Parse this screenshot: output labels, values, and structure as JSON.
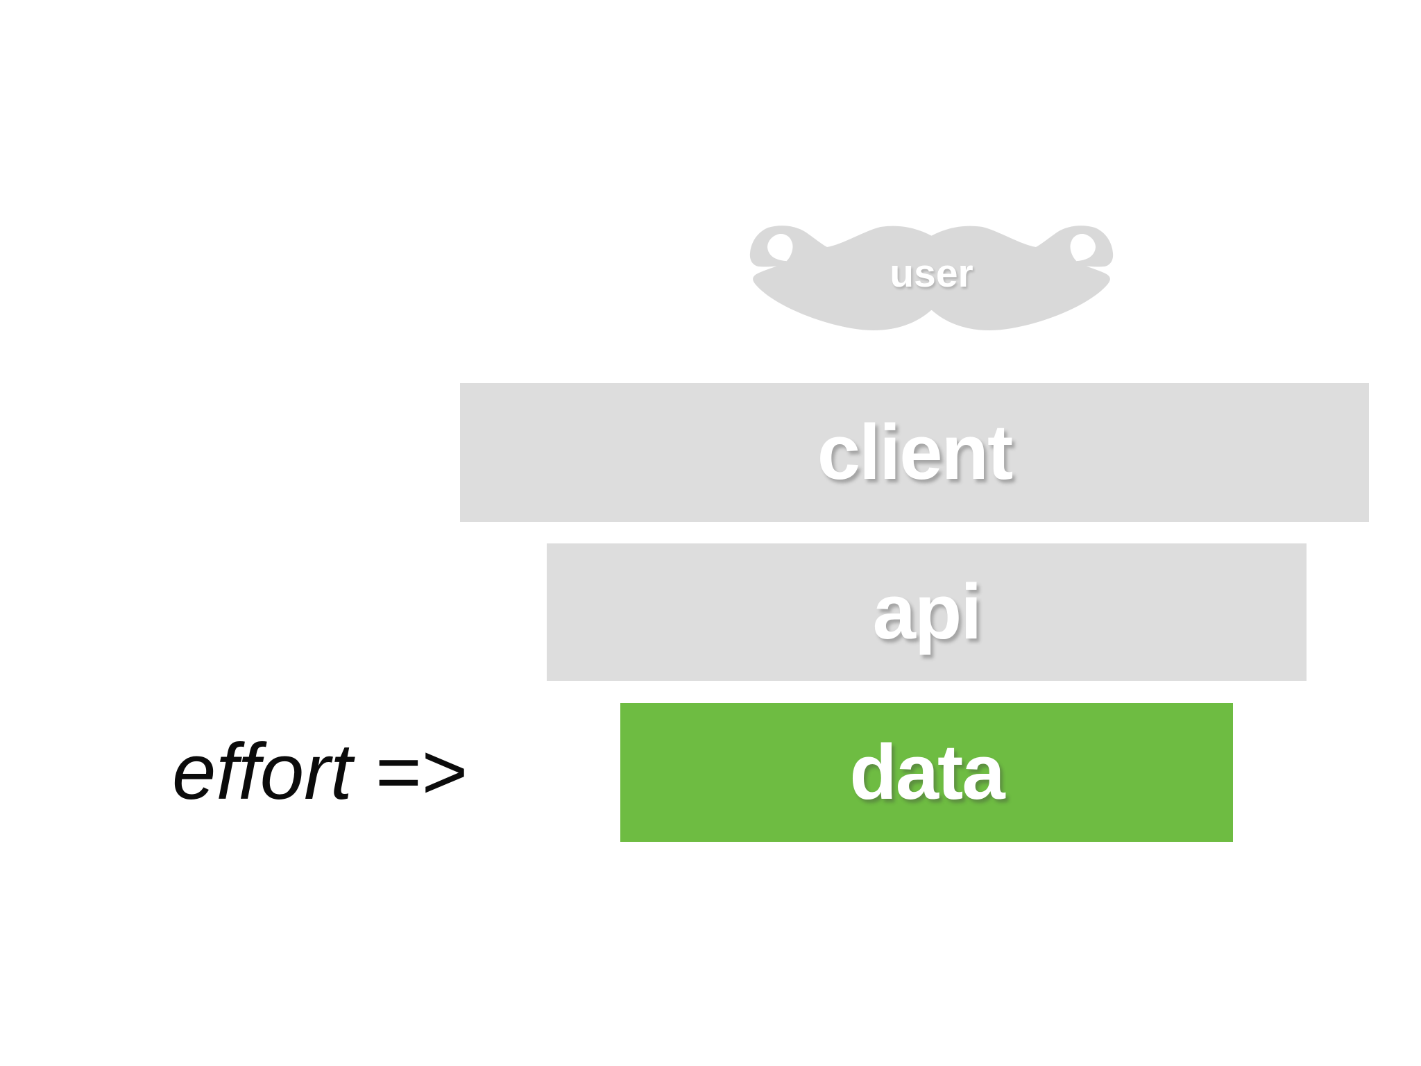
{
  "diagram": {
    "user_label": "user",
    "effort_label": "effort =>",
    "layers": [
      {
        "id": "client",
        "label": "client",
        "color": "#dddddd",
        "text_color": "#ffffff"
      },
      {
        "id": "api",
        "label": "api",
        "color": "#dddddd",
        "text_color": "#ffffff"
      },
      {
        "id": "data",
        "label": "data",
        "color": "#6ebc42",
        "text_color": "#ffffff"
      }
    ],
    "colors": {
      "background": "#ffffff",
      "gray_layer": "#dddddd",
      "highlight_green": "#6ebc42",
      "mustache_gray": "#d9d9d9",
      "label_white": "#ffffff",
      "effort_text": "#0b0b0b"
    }
  }
}
